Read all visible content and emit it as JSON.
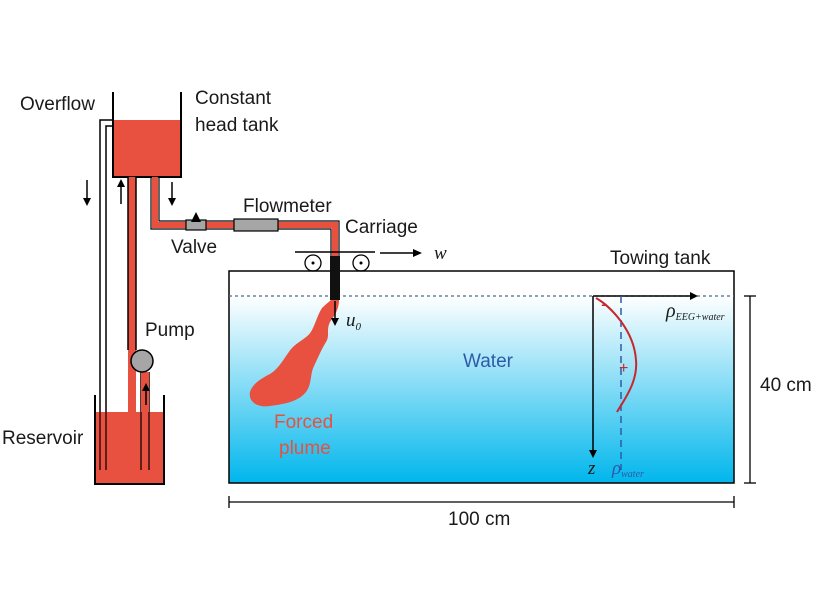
{
  "labels": {
    "overflow": "Overflow",
    "constant_head_tank_line1": "Constant",
    "constant_head_tank_line2": "head tank",
    "flowmeter": "Flowmeter",
    "valve": "Valve",
    "carriage": "Carriage",
    "carriage_speed": "w",
    "towing_tank": "Towing tank",
    "pump": "Pump",
    "reservoir": "Reservoir",
    "plume_velocity": "u",
    "plume_velocity_sub": "0",
    "water": "Water",
    "forced_plume_line1": "Forced",
    "forced_plume_line2": "plume",
    "density_profile": "ρ",
    "density_profile_sub": "EEG+water",
    "depth_axis": "z",
    "water_density": "ρ",
    "water_density_sub": "water",
    "minus_sign": "-",
    "plus_sign": "+",
    "tank_depth": "40 cm",
    "tank_length": "100 cm"
  },
  "colors": {
    "fluid_red": "#e8503f",
    "water_top": "#ffffff",
    "water_bottom": "#00b6ec",
    "profile_red": "#c8282d",
    "label_blue": "#2f5aa8",
    "dashed_line": "#4a6a8a",
    "pump_grey": "#a6a6a6"
  }
}
